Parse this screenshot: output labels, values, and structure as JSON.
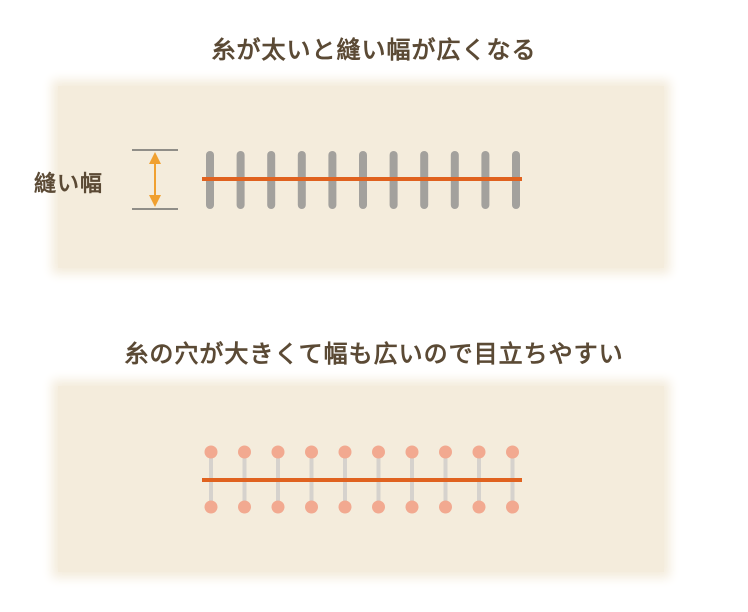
{
  "headings": {
    "top": "糸が太いと縫い幅が広くなる",
    "bottom": "糸の穴が大きくて幅も広いので目立ちやすい"
  },
  "labels": {
    "stitch_width": "縫い幅"
  },
  "colors": {
    "panel_bg": "#f4ecdc",
    "thread": "#e0621f",
    "stitch_bar": "#a3a19d",
    "arrow": "#f0a030",
    "needle_hole": "#f2a990",
    "thin_stitch": "#d6d2cd",
    "text": "#5b4a35"
  }
}
